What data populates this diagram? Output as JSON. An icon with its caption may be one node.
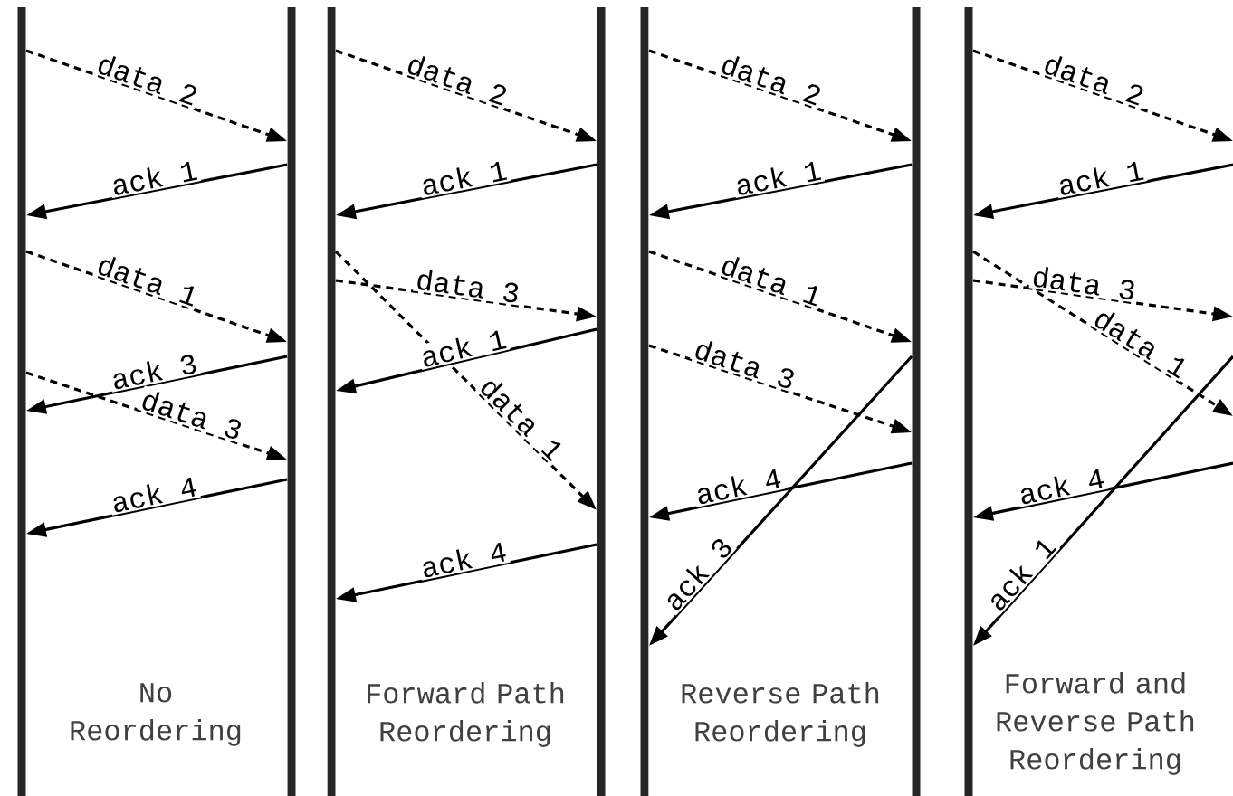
{
  "diagram": {
    "nodes": [
      {
        "text": [],
        "shape": "bar"
      },
      {
        "text": [],
        "shape": "bar"
      },
      {
        "text": [],
        "shape": "bar"
      },
      {
        "text": [],
        "shape": "bar"
      },
      {
        "text": [],
        "shape": "bar"
      },
      {
        "text": [],
        "shape": "bar"
      },
      {
        "text": [],
        "shape": "bar"
      }
    ],
    "edges": [
      {
        "from": 0,
        "to": 1,
        "arrow": "to",
        "label": "data 2",
        "style": "dashed"
      },
      {
        "from": 1,
        "to": 0,
        "arrow": "to",
        "label": "ack 1"
      },
      {
        "from": 0,
        "to": 1,
        "arrow": "to",
        "label": "data 1",
        "style": "dashed"
      },
      {
        "from": 1,
        "to": 0,
        "arrow": "to",
        "label": "ack 3"
      },
      {
        "from": 0,
        "to": 1,
        "arrow": "to",
        "label": "data 3",
        "style": "dashed"
      },
      {
        "from": 1,
        "to": 0,
        "arrow": "to",
        "label": "ack 4"
      },
      {
        "from": 2,
        "to": 3,
        "arrow": "to",
        "label": "data 2",
        "style": "dashed"
      },
      {
        "from": 3,
        "to": 2,
        "arrow": "to",
        "label": "ack 1"
      },
      {
        "from": 2,
        "to": 3,
        "arrow": "to",
        "label": "data 3",
        "style": "dashed"
      },
      {
        "from": 2,
        "to": 3,
        "arrow": "to",
        "label": "data 1",
        "style": "dashed"
      },
      {
        "from": 3,
        "to": 2,
        "arrow": "to",
        "label": "ack 1"
      },
      {
        "from": 3,
        "to": 2,
        "arrow": "to",
        "label": "ack 4"
      },
      {
        "from": 4,
        "to": 5,
        "arrow": "to",
        "label": "data 2",
        "style": "dashed"
      },
      {
        "from": 5,
        "to": 4,
        "arrow": "to",
        "label": "ack 1"
      },
      {
        "from": 4,
        "to": 5,
        "arrow": "to",
        "label": "data 1",
        "style": "dashed"
      },
      {
        "from": 4,
        "to": 5,
        "arrow": "to",
        "label": "data 3",
        "style": "dashed"
      },
      {
        "from": 5,
        "to": 4,
        "arrow": "to",
        "label": "ack 3"
      },
      {
        "from": 5,
        "to": 4,
        "arrow": "to",
        "label": "ack 4"
      },
      {
        "from": 6,
        "to": null,
        "arrow": "to",
        "label": "data 2",
        "style": "dashed"
      },
      {
        "from": null,
        "to": 6,
        "arrow": "to",
        "label": "ack 1"
      },
      {
        "from": 6,
        "to": null,
        "arrow": "to",
        "label": "data 3",
        "style": "dashed"
      },
      {
        "from": 6,
        "to": null,
        "arrow": "to",
        "label": "data 1",
        "style": "dashed"
      },
      {
        "from": null,
        "to": 6,
        "arrow": "to",
        "label": "ack 4"
      },
      {
        "from": null,
        "to": 6,
        "arrow": "to",
        "label": "ack 1"
      }
    ],
    "labels": [
      "No Reordering",
      "Forward Path Reordering",
      "Reverse Path Reordering",
      "Forward and Reverse Path Reordering"
    ]
  }
}
